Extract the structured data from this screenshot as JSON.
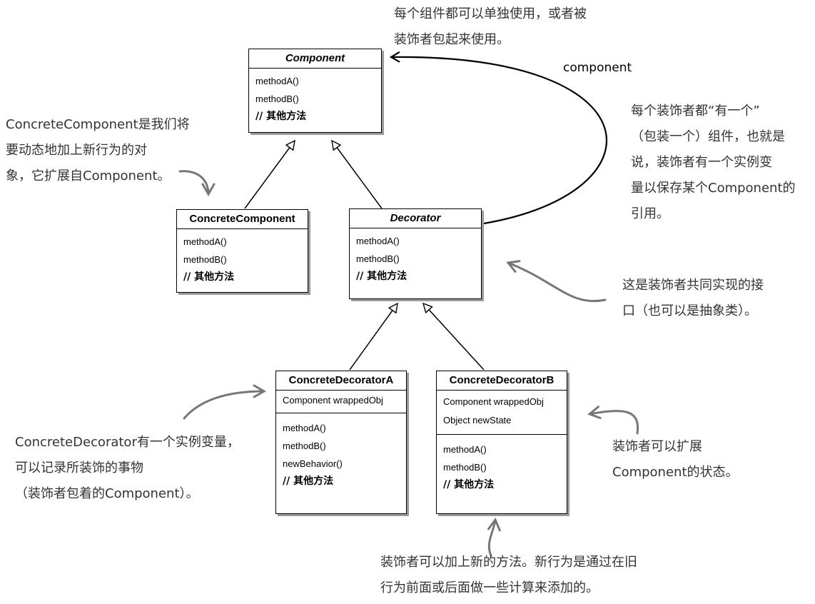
{
  "classes": {
    "component": {
      "name": "Component",
      "methods": [
        "methodA()",
        "methodB()",
        "// 其他方法"
      ]
    },
    "concrete_component": {
      "name": "ConcreteComponent",
      "methods": [
        "methodA()",
        "methodB()",
        "// 其他方法"
      ]
    },
    "decorator": {
      "name": "Decorator",
      "methods": [
        "methodA()",
        "methodB()",
        "// 其他方法"
      ]
    },
    "concrete_decorator_a": {
      "name": "ConcreteDecoratorA",
      "fields": [
        "Component wrappedObj"
      ],
      "methods": [
        "methodA()",
        "methodB()",
        "newBehavior()",
        "// 其他方法"
      ]
    },
    "concrete_decorator_b": {
      "name": "ConcreteDecoratorB",
      "fields": [
        "Component wrappedObj",
        "Object newState"
      ],
      "methods": [
        "methodA()",
        "methodB()",
        "// 其他方法"
      ]
    }
  },
  "association_label": "component",
  "notes": {
    "top": [
      "每个组件都可以单独使用，或者被",
      "装饰者包起来使用。"
    ],
    "left_top": [
      "ConcreteComponent是我们将",
      "要动态地加上新行为的对",
      "象，它扩展自Component。"
    ],
    "right_top": [
      "每个装饰者都“有一个”",
      "（包装一个）组件，也就是",
      "说，装饰者有一个实例变",
      "量以保存某个Component的",
      "引用。"
    ],
    "right_mid": [
      "这是装饰者共同实现的接",
      "口（也可以是抽象类）。"
    ],
    "left_bottom": [
      "ConcreteDecorator有一个实例变量，",
      "可以记录所装饰的事物",
      "（装饰者包着的Component）。"
    ],
    "right_bottom": [
      "装饰者可以扩展",
      "Component的状态。"
    ],
    "bottom": [
      "装饰者可以加上新的方法。新行为是通过在旧",
      "行为前面或后面做一些计算来添加的。"
    ]
  }
}
